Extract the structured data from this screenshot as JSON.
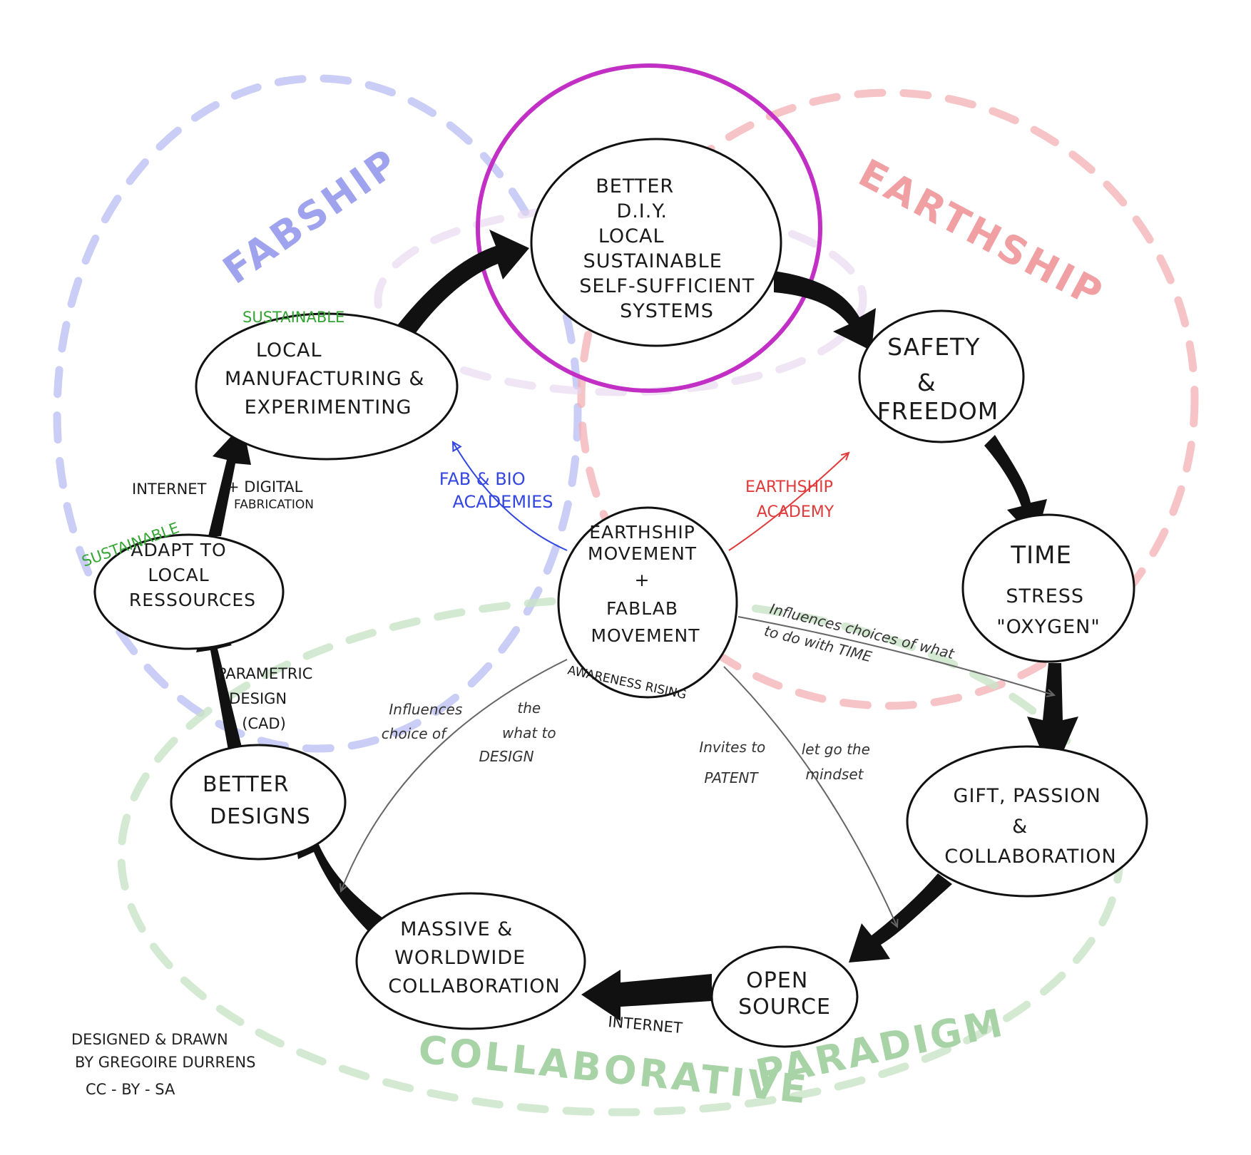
{
  "colors": {
    "ink": "#1a1a1a",
    "arrow": "#111111",
    "magenta": "#c22fc4",
    "fabship": "#8f93ea",
    "earthship": "#ee8f93",
    "collaborative": "#a8d3a6",
    "fab_academy": "#3346e0",
    "earthship_academy": "#e03a3a",
    "sustainable": "#34a534",
    "thin_arrow": "#666666"
  },
  "zones": {
    "fabship": "FABSHIP",
    "earthship": "EARTHSHIP",
    "collaborative": "COLLABORATIVE",
    "paradigm": "PARADIGM"
  },
  "nodes": {
    "better_diy": [
      "BETTER",
      "D.I.Y.",
      "LOCAL",
      "SUSTAINABLE",
      "SELF-SUFFICIENT",
      "SYSTEMS"
    ],
    "safety": [
      "SAFETY",
      "&",
      "FREEDOM"
    ],
    "time": [
      "TIME",
      "STRESS",
      "\"OXYGEN\""
    ],
    "gift": [
      "GIFT, PASSION",
      "&",
      "COLLABORATION"
    ],
    "open_source": [
      "OPEN",
      "SOURCE"
    ],
    "massive": [
      "MASSIVE &",
      "WORLDWIDE",
      "COLLABORATION"
    ],
    "better_designs": [
      "BETTER",
      "DESIGNS"
    ],
    "adapt": [
      "ADAPT TO",
      "LOCAL",
      "RESSOURCES"
    ],
    "local_manufacturing": [
      "LOCAL",
      "MANUFACTURING &",
      "EXPERIMENTING"
    ],
    "center": [
      "EARTHSHIP",
      "MOVEMENT",
      "+",
      "FABLAB",
      "MOVEMENT"
    ]
  },
  "labels": {
    "sustainable_top": "SUSTAINABLE",
    "sustainable_left": "SUSTAINABLE",
    "internet_top": "INTERNET",
    "digital_fabrication": [
      "+ DIGITAL",
      "FABRICATION"
    ],
    "parametric": [
      "PARAMETRIC",
      "DESIGN",
      "(CAD)"
    ],
    "internet_bottom": "INTERNET",
    "awareness": "AWARENESS RISING",
    "fab_academies": [
      "FAB & BIO",
      "ACADEMIES"
    ],
    "earthship_academy": [
      "EARTHSHIP",
      "ACADEMY"
    ],
    "influences_time": [
      "Influences choices of what",
      "to do with TIME"
    ],
    "influences_design_left": [
      "Influences",
      "choice of"
    ],
    "influences_design_right": [
      "the",
      "what to",
      "DESIGN"
    ],
    "invites_left": [
      "Invites to",
      "PATENT"
    ],
    "invites_right": [
      "let go the",
      "mindset"
    ]
  },
  "credit": [
    "DESIGNED & DRAWN",
    "BY GREGOIRE DURRENS",
    "CC - BY - SA"
  ]
}
